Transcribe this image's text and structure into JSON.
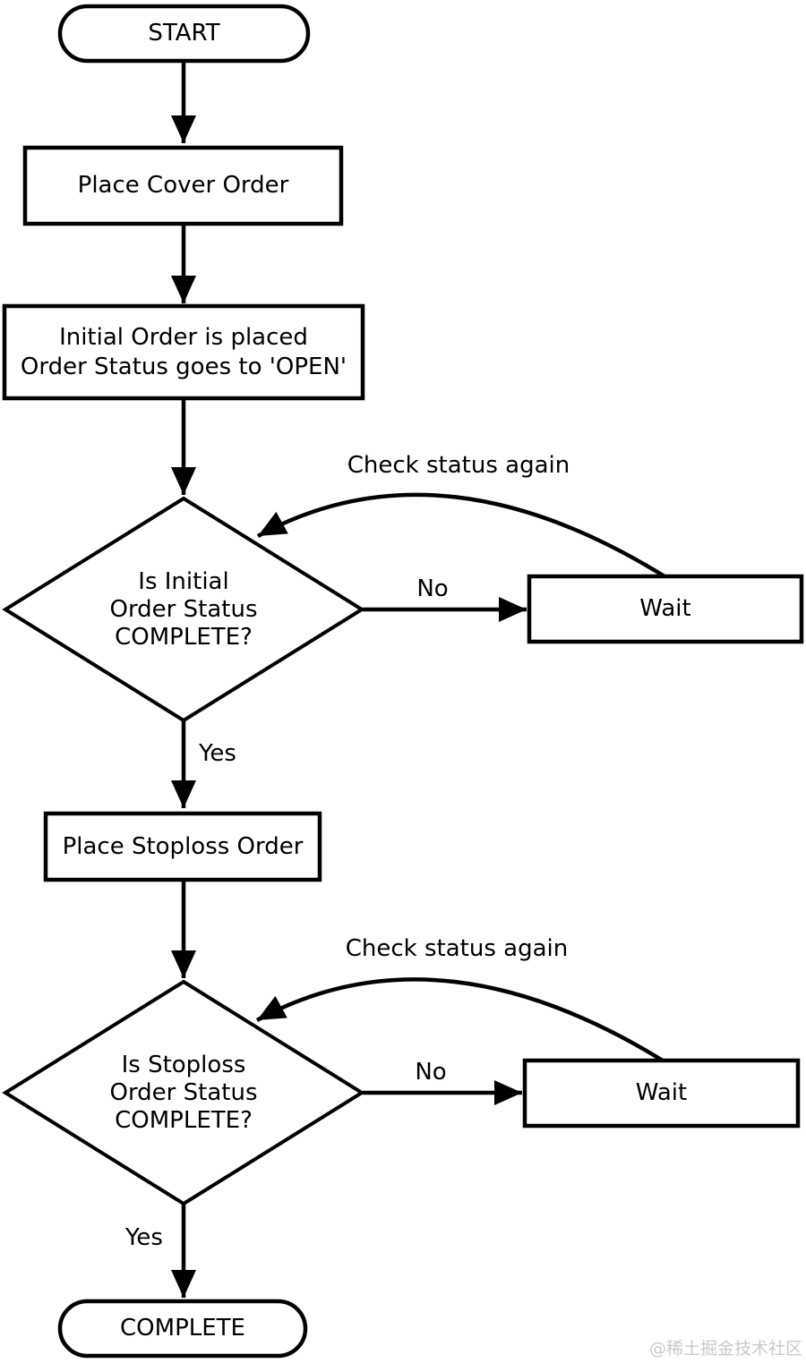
{
  "flowchart": {
    "nodes": {
      "start": {
        "shape": "stadium",
        "label": "START"
      },
      "place_cover_order": {
        "shape": "rect",
        "label": "Place Cover Order"
      },
      "initial_order": {
        "shape": "rect",
        "lines": [
          "Initial Order is placed",
          "Order Status goes to 'OPEN'"
        ]
      },
      "decision_initial": {
        "shape": "diamond",
        "lines": [
          "Is Initial",
          "Order Status",
          "COMPLETE?"
        ]
      },
      "wait_1": {
        "shape": "rect",
        "label": "Wait"
      },
      "place_stoploss_order": {
        "shape": "rect",
        "label": "Place Stoploss Order"
      },
      "decision_stoploss": {
        "shape": "diamond",
        "lines": [
          "Is Stoploss",
          "Order Status",
          "COMPLETE?"
        ]
      },
      "wait_2": {
        "shape": "rect",
        "label": "Wait"
      },
      "complete": {
        "shape": "stadium",
        "label": "COMPLETE"
      }
    },
    "edge_labels": {
      "no_1": "No",
      "yes_1": "Yes",
      "check_again_1": "Check status again",
      "no_2": "No",
      "yes_2": "Yes",
      "check_again_2": "Check status again"
    },
    "colors": {
      "stroke": "#000000",
      "text": "#000000",
      "background": "#ffffff",
      "watermark": "#c9c9c9"
    },
    "watermark": "@稀土掘金技术社区"
  }
}
